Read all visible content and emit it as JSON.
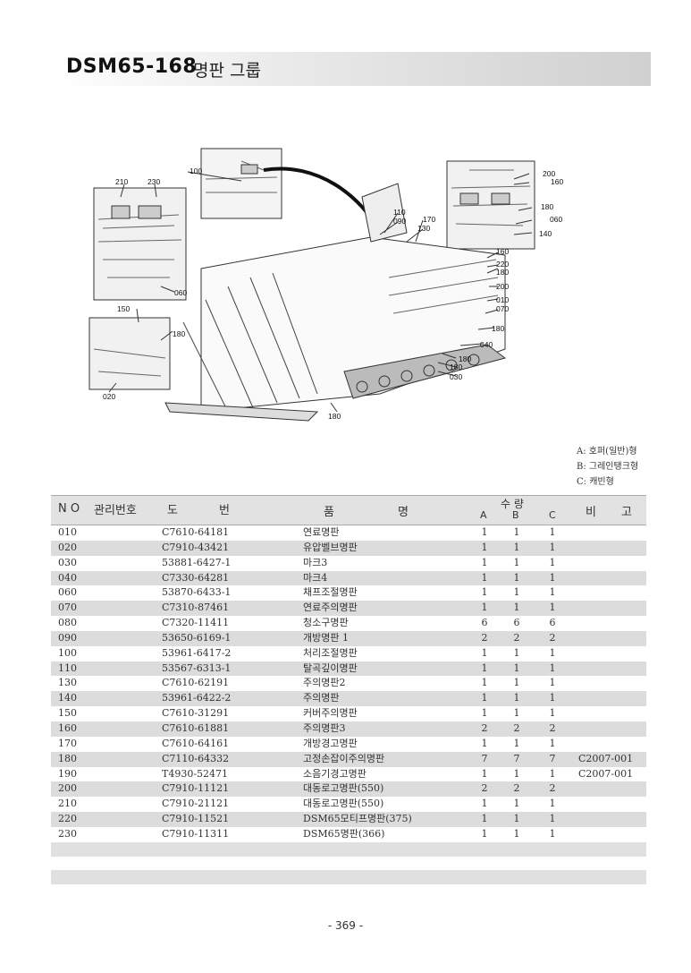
{
  "header": {
    "code": "DSM65-168",
    "name": "명판 그룹"
  },
  "callouts": {
    "c100": "100",
    "c210": "210",
    "c230": "230",
    "c060a": "060",
    "c150": "150",
    "c180a": "180",
    "c020": "020",
    "c110": "110",
    "c090": "090",
    "c170": "170",
    "c130": "130",
    "c200a": "200",
    "c160a": "160",
    "c180b": "180",
    "c060b": "060",
    "c140": "140",
    "c160b": "160",
    "c220": "220",
    "c180c": "180",
    "c200b": "200",
    "c010": "010",
    "c070": "070",
    "c180d": "180",
    "c040": "040",
    "c180e": "180",
    "c180f": "180",
    "c030": "030",
    "c180g": "180"
  },
  "legend": {
    "a": "A: 호퍼(일반)형",
    "b": "B: 그레인탱크형",
    "c": "C: 캐빈형"
  },
  "table": {
    "headers": {
      "no": "N O",
      "mgmt": "관리번호",
      "draw_1": "도",
      "draw_2": "번",
      "name_1": "품",
      "name_2": "명",
      "qty": "수 량",
      "a": "A",
      "b": "B",
      "c": "C",
      "note_1": "비",
      "note_2": "고"
    },
    "rows": [
      {
        "no": "010",
        "drawing": "C7610-64181",
        "name": "연료명판",
        "a": "1",
        "b": "1",
        "c": "1",
        "note": ""
      },
      {
        "no": "020",
        "drawing": "C7910-43421",
        "name": "유압벨브명판",
        "a": "1",
        "b": "1",
        "c": "1",
        "note": ""
      },
      {
        "no": "030",
        "drawing": "53881-6427-1",
        "name": "마크3",
        "a": "1",
        "b": "1",
        "c": "1",
        "note": ""
      },
      {
        "no": "040",
        "drawing": "C7330-64281",
        "name": "마크4",
        "a": "1",
        "b": "1",
        "c": "1",
        "note": ""
      },
      {
        "no": "060",
        "drawing": "53870-6433-1",
        "name": "채프조절명판",
        "a": "1",
        "b": "1",
        "c": "1",
        "note": ""
      },
      {
        "no": "070",
        "drawing": "C7310-87461",
        "name": "연료주의명판",
        "a": "1",
        "b": "1",
        "c": "1",
        "note": ""
      },
      {
        "no": "080",
        "drawing": "C7320-11411",
        "name": "청소구명판",
        "a": "6",
        "b": "6",
        "c": "6",
        "note": ""
      },
      {
        "no": "090",
        "drawing": "53650-6169-1",
        "name": "개방명판 1",
        "a": "2",
        "b": "2",
        "c": "2",
        "note": ""
      },
      {
        "no": "100",
        "drawing": "53961-6417-2",
        "name": "처리조절명판",
        "a": "1",
        "b": "1",
        "c": "1",
        "note": ""
      },
      {
        "no": "110",
        "drawing": "53567-6313-1",
        "name": "탈곡깊이명판",
        "a": "1",
        "b": "1",
        "c": "1",
        "note": ""
      },
      {
        "no": "130",
        "drawing": "C7610-62191",
        "name": "주의명판2",
        "a": "1",
        "b": "1",
        "c": "1",
        "note": ""
      },
      {
        "no": "140",
        "drawing": "53961-6422-2",
        "name": "주의명판",
        "a": "1",
        "b": "1",
        "c": "1",
        "note": ""
      },
      {
        "no": "150",
        "drawing": "C7610-31291",
        "name": "커버주의명판",
        "a": "1",
        "b": "1",
        "c": "1",
        "note": ""
      },
      {
        "no": "160",
        "drawing": "C7610-61881",
        "name": "주의명판3",
        "a": "2",
        "b": "2",
        "c": "2",
        "note": ""
      },
      {
        "no": "170",
        "drawing": "C7610-64161",
        "name": "개방경고명판",
        "a": "1",
        "b": "1",
        "c": "1",
        "note": ""
      },
      {
        "no": "180",
        "drawing": "C7110-64332",
        "name": "고정손잡이주의명판",
        "a": "7",
        "b": "7",
        "c": "7",
        "note": "C2007-001"
      },
      {
        "no": "190",
        "drawing": "T4930-52471",
        "name": "소음기경고명판",
        "a": "1",
        "b": "1",
        "c": "1",
        "note": "C2007-001"
      },
      {
        "no": "200",
        "drawing": "C7910-11121",
        "name": "대동로고명판(550)",
        "a": "2",
        "b": "2",
        "c": "2",
        "note": ""
      },
      {
        "no": "210",
        "drawing": "C7910-21121",
        "name": "대동로고명판(550)",
        "a": "1",
        "b": "1",
        "c": "1",
        "note": ""
      },
      {
        "no": "220",
        "drawing": "C7910-11521",
        "name": "DSM65모티프명판(375)",
        "a": "1",
        "b": "1",
        "c": "1",
        "note": ""
      },
      {
        "no": "230",
        "drawing": "C7910-11311",
        "name": "DSM65명판(366)",
        "a": "1",
        "b": "1",
        "c": "1",
        "note": ""
      }
    ]
  },
  "footer": {
    "page": "- 369 -"
  }
}
